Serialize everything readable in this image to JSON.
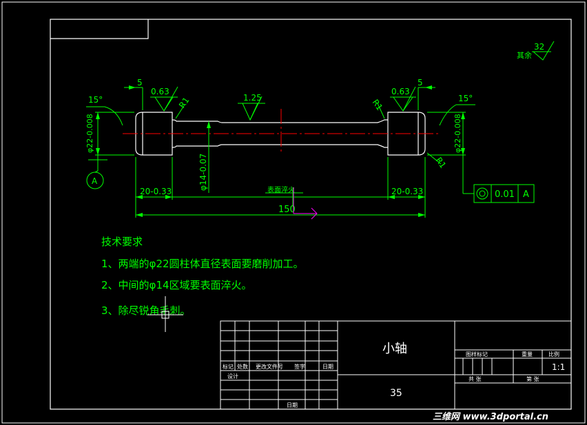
{
  "drawing": {
    "dims": {
      "overall_length": "150",
      "end_left": "20-0.33",
      "end_right": "20-0.33",
      "chamfer_len": "5",
      "middle_dia": "φ14-0.07",
      "end_dia_left": "φ22-0.008",
      "end_dia_right": "φ22-0.008",
      "angle_left": "15°",
      "angle_right": "15°",
      "radius_1": "R1",
      "radius_2": "R1",
      "radius_3": "R1",
      "rough_left": "0.63",
      "rough_mid": "1.25",
      "rough_right": "0.63",
      "rough_general": "32",
      "rough_general_label": "其余",
      "hardening_label": "表面淬火",
      "datum": "A",
      "tol_value": "0.01",
      "tol_datum": "A"
    },
    "notes": {
      "title": "技术要求",
      "items": [
        "1、两端的φ22圆柱体直径表面要磨削加工。",
        "2、中间的φ14区域要表面淬火。",
        "3、除尽锐角毛刺。"
      ]
    },
    "title_block": {
      "part_name": "小轴",
      "material": "35",
      "headers": [
        "标记",
        "处数",
        "更改文件号",
        "签字",
        "日期"
      ],
      "designer": "设计",
      "date_label": "日期",
      "right_headers": [
        "图样标记",
        "重量",
        "比例"
      ],
      "scale": "1:1",
      "sheet_total": "共 张",
      "sheet_no": "第 张"
    },
    "watermark": "三维网 www.3dportal.cn"
  },
  "colors": {
    "border": "#ffffff",
    "dimension": "#00ff00",
    "centerline": "#ff0000",
    "cursor": "#ffffff",
    "ucs": "#ff00ff"
  }
}
